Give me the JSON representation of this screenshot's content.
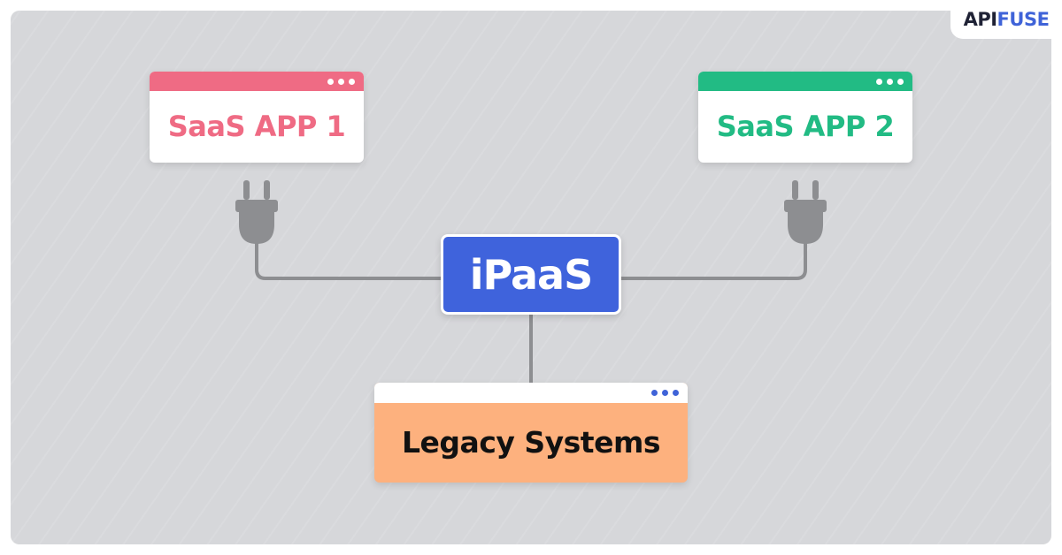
{
  "brand": {
    "logo_part1": "API",
    "logo_part2": "FUSE",
    "colors": {
      "dark": "#1f2235",
      "blue": "#3f63d8"
    }
  },
  "diagram": {
    "hub": {
      "label": "iPaaS",
      "color": "#3f63dc"
    },
    "nodes": [
      {
        "id": "saas_app_1",
        "label": "SaaS APP 1",
        "color": "#ef6b84",
        "connector_icon": "plug-icon"
      },
      {
        "id": "saas_app_2",
        "label": "SaaS APP 2",
        "color": "#22bb84",
        "connector_icon": "plug-icon"
      },
      {
        "id": "legacy_systems",
        "label": "Legacy Systems",
        "color": "#fdb17e"
      }
    ],
    "connections": [
      {
        "from": "saas_app_1",
        "to": "hub"
      },
      {
        "from": "saas_app_2",
        "to": "hub"
      },
      {
        "from": "hub",
        "to": "legacy_systems"
      }
    ],
    "wire_color": "#8d8e91"
  }
}
